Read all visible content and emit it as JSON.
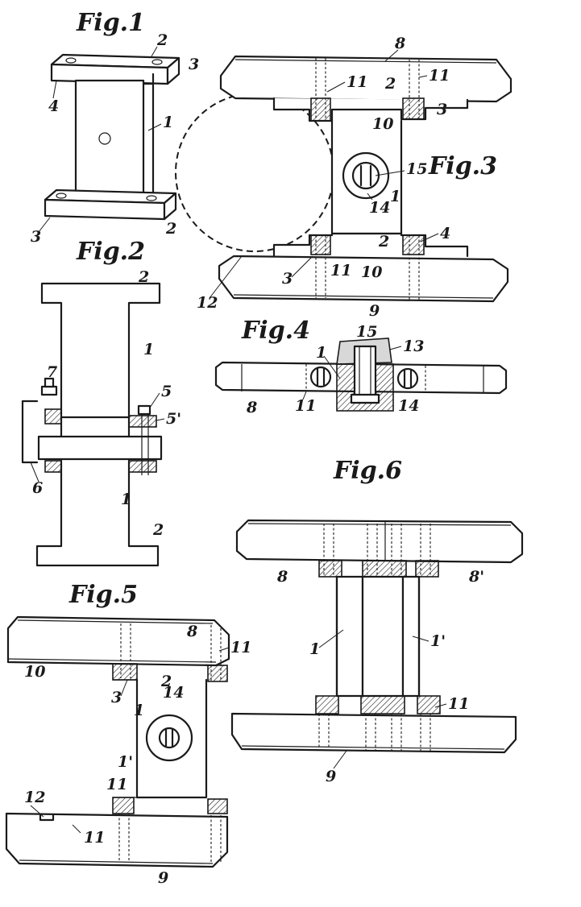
{
  "figures": {
    "fig1": "Fig.1",
    "fig2": "Fig.2",
    "fig3": "Fig.3",
    "fig4": "Fig.4",
    "fig5": "Fig.5",
    "fig6": "Fig.6"
  },
  "refs": {
    "r1": "1",
    "r1p": "1'",
    "r2": "2",
    "r3": "3",
    "r4": "4",
    "r5": "5",
    "r5p": "5'",
    "r6": "6",
    "r7": "7",
    "r8": "8",
    "r8p": "8'",
    "r9": "9",
    "r10": "10",
    "r11": "11",
    "r12": "12",
    "r13": "13",
    "r14": "14",
    "r15": "15"
  }
}
